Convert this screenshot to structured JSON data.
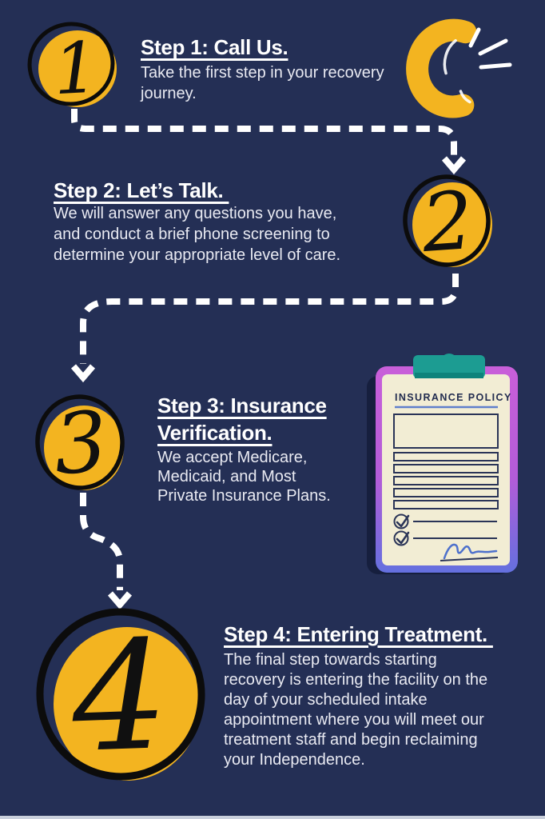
{
  "poster": {
    "type": "four-step admissions infographic"
  },
  "steps": [
    {
      "number": "1",
      "title": "Step 1: Call Us.",
      "body": "Take the first step in your recovery\njourney."
    },
    {
      "number": "2",
      "title": "Step 2: Let’s Talk. ",
      "body": "We will answer any questions you have,\nand conduct a brief phone screening to\ndetermine your appropriate level of care."
    },
    {
      "number": "3",
      "title": "Step 3: Insurance\nVerification.",
      "body": "We accept Medicare,\nMedicaid, and Most\nPrivate Insurance Plans."
    },
    {
      "number": "4",
      "title": "Step 4: Entering Treatment. ",
      "body": "The final step towards starting\nrecovery is entering the facility on the\nday of your scheduled intake\nappointment where you will meet our\ntreatment staff and begin reclaiming\nyour Independence."
    }
  ],
  "clipboard": {
    "title": "INSURANCE POLICY"
  },
  "icons": {
    "phone": "telephone-handset-with-sound-lines",
    "clipboard": "insurance-policy-clipboard",
    "connectors": "white-dashed-arrows"
  },
  "colors": {
    "background": "#242F55",
    "accent_yellow": "#F3B420",
    "heading_text": "#FFFFFF",
    "body_text": "#E9EAF2",
    "badge_outline": "#0C0C0C",
    "connector_white": "#FFFFFF",
    "clip_teal": "#1C9C92",
    "clip_teal_dark": "#0E837B",
    "frame_purple": "#BE5FD8",
    "frame_blue": "#6470DF",
    "paper_cream": "#F2EDD4",
    "ink_navy": "#2A3457",
    "rule_blue": "#5F7FCC",
    "signature_blue": "#4E71CC",
    "bottom_strip": "#C9CFDB"
  }
}
